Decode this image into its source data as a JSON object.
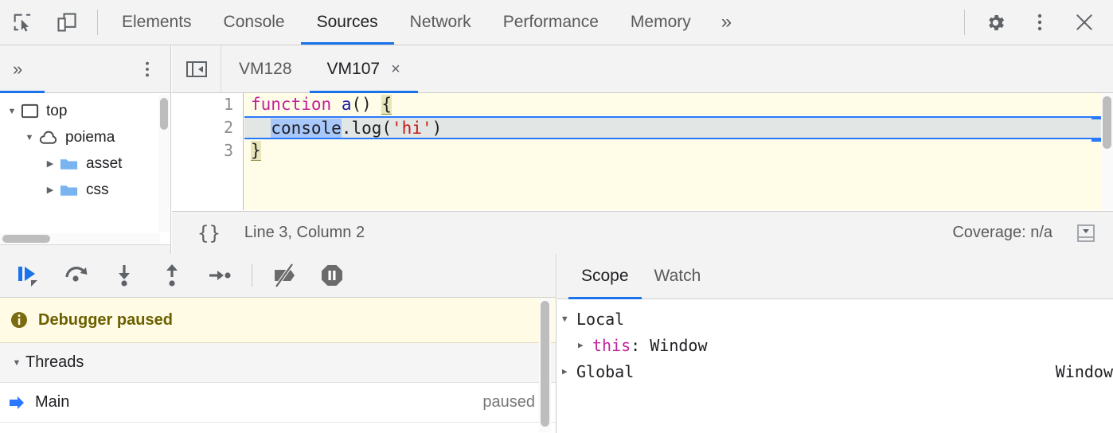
{
  "toolbar": {
    "inspect_icon": "inspect-element-icon",
    "device_icon": "device-toolbar-icon",
    "tabs": [
      {
        "label": "Elements",
        "active": false
      },
      {
        "label": "Console",
        "active": false
      },
      {
        "label": "Sources",
        "active": true
      },
      {
        "label": "Network",
        "active": false
      },
      {
        "label": "Performance",
        "active": false
      },
      {
        "label": "Memory",
        "active": false
      }
    ],
    "overflow_label": "»",
    "settings_icon": "gear-icon",
    "more_icon": "kebab-menu-icon",
    "close_icon": "close-icon"
  },
  "sidebar": {
    "chevrons_label": "»",
    "more_label": "⋮",
    "tree": [
      {
        "label": "top",
        "icon": "window-icon",
        "expanded": true,
        "depth": 0
      },
      {
        "label": "poiema",
        "icon": "cloud-icon",
        "expanded": true,
        "depth": 1
      },
      {
        "label": "asset",
        "icon": "folder-icon",
        "expanded": false,
        "depth": 2
      },
      {
        "label": "css",
        "icon": "folder-icon",
        "expanded": false,
        "depth": 2
      }
    ]
  },
  "editor": {
    "panel_toggle_icon": "collapse-sidebar-icon",
    "file_tabs": [
      {
        "label": "VM128",
        "active": false,
        "closable": false
      },
      {
        "label": "VM107",
        "active": true,
        "closable": true
      }
    ],
    "close_glyph": "×",
    "lines": [
      {
        "number": "1",
        "executing": false
      },
      {
        "number": "2",
        "executing": true
      },
      {
        "number": "3",
        "executing": false
      }
    ],
    "code": {
      "line1_kw": "function",
      "line1_space": " ",
      "line1_fn": "a",
      "line1_parens": "() ",
      "line1_brace": "{",
      "line2_indent": "  ",
      "line2_sel": "console",
      "line2_rest": ".log(",
      "line2_str": "'hi'",
      "line2_close": ")",
      "line3_brace": "}"
    },
    "status": {
      "format_icon": "{}",
      "position": "Line 3, Column 2",
      "coverage": "Coverage: n/a",
      "drawer_icon": "show-drawer-icon"
    }
  },
  "debugger": {
    "buttons": [
      {
        "name": "resume-button",
        "icon": "resume-script-icon"
      },
      {
        "name": "step-over-button",
        "icon": "step-over-icon"
      },
      {
        "name": "step-into-button",
        "icon": "step-into-icon"
      },
      {
        "name": "step-out-button",
        "icon": "step-out-icon"
      },
      {
        "name": "step-button",
        "icon": "step-icon"
      },
      {
        "name": "deactivate-breakpoints-button",
        "icon": "deactivate-breakpoints-icon"
      },
      {
        "name": "pause-on-exceptions-button",
        "icon": "pause-on-exceptions-icon"
      }
    ],
    "paused_banner": {
      "icon": "info-icon",
      "text": "Debugger paused"
    },
    "threads": {
      "header": "Threads",
      "expanded": true,
      "rows": [
        {
          "name": "Main",
          "state": "paused",
          "current": true
        }
      ]
    }
  },
  "scope": {
    "tabs": [
      {
        "label": "Scope",
        "active": true
      },
      {
        "label": "Watch",
        "active": false
      }
    ],
    "rows": [
      {
        "label": "Local",
        "value": "",
        "expanded": true,
        "indent": false,
        "prop": false
      },
      {
        "label": "this",
        "suffix": ": Window",
        "value": "",
        "expanded": false,
        "indent": true,
        "prop": true
      },
      {
        "label": "Global",
        "value": "Window",
        "expanded": false,
        "indent": false,
        "prop": false
      }
    ]
  },
  "colors": {
    "accent": "#1a73e8",
    "editor_bg": "#fffde7",
    "exec_line_bg": "#e2e6e4",
    "exec_line_border": "#2979ff",
    "selection": "#a8c7fa",
    "paused_banner_bg": "#fffbe5",
    "paused_text": "#6b6000",
    "keyword": "#c0229c",
    "function_name": "#1a1aa6",
    "string": "#c41a16",
    "folder_blue": "#79b3f0"
  }
}
